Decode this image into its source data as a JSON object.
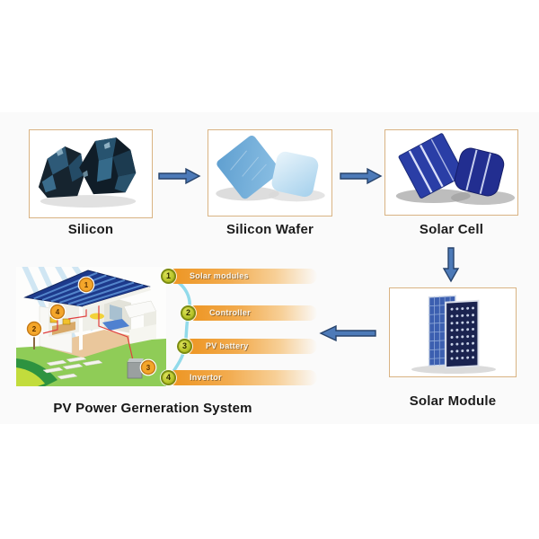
{
  "flow": {
    "steps": [
      {
        "label": "Silicon"
      },
      {
        "label": "Silicon Wafer"
      },
      {
        "label": "Solar Cell"
      },
      {
        "label": "Solar Module"
      }
    ],
    "system_label": "PV Power Gerneration System"
  },
  "legend": {
    "items": [
      {
        "num": "1",
        "label": "Solar modules"
      },
      {
        "num": "2",
        "label": "Controller"
      },
      {
        "num": "3",
        "label": "PV battery"
      },
      {
        "num": "4",
        "label": "Invertor"
      }
    ]
  },
  "house": {
    "markers": [
      "1",
      "2",
      "3",
      "4"
    ]
  },
  "colors": {
    "arrow_fill": "#4d7ab8",
    "arrow_border": "#27436b",
    "box_border": "#d9b383",
    "legend_bar_orange": "#ed9420",
    "legend_circle_green": "#b9c52a",
    "house_marker_orange": "#f4a62a",
    "curve_cyan": "#85d6e8"
  }
}
